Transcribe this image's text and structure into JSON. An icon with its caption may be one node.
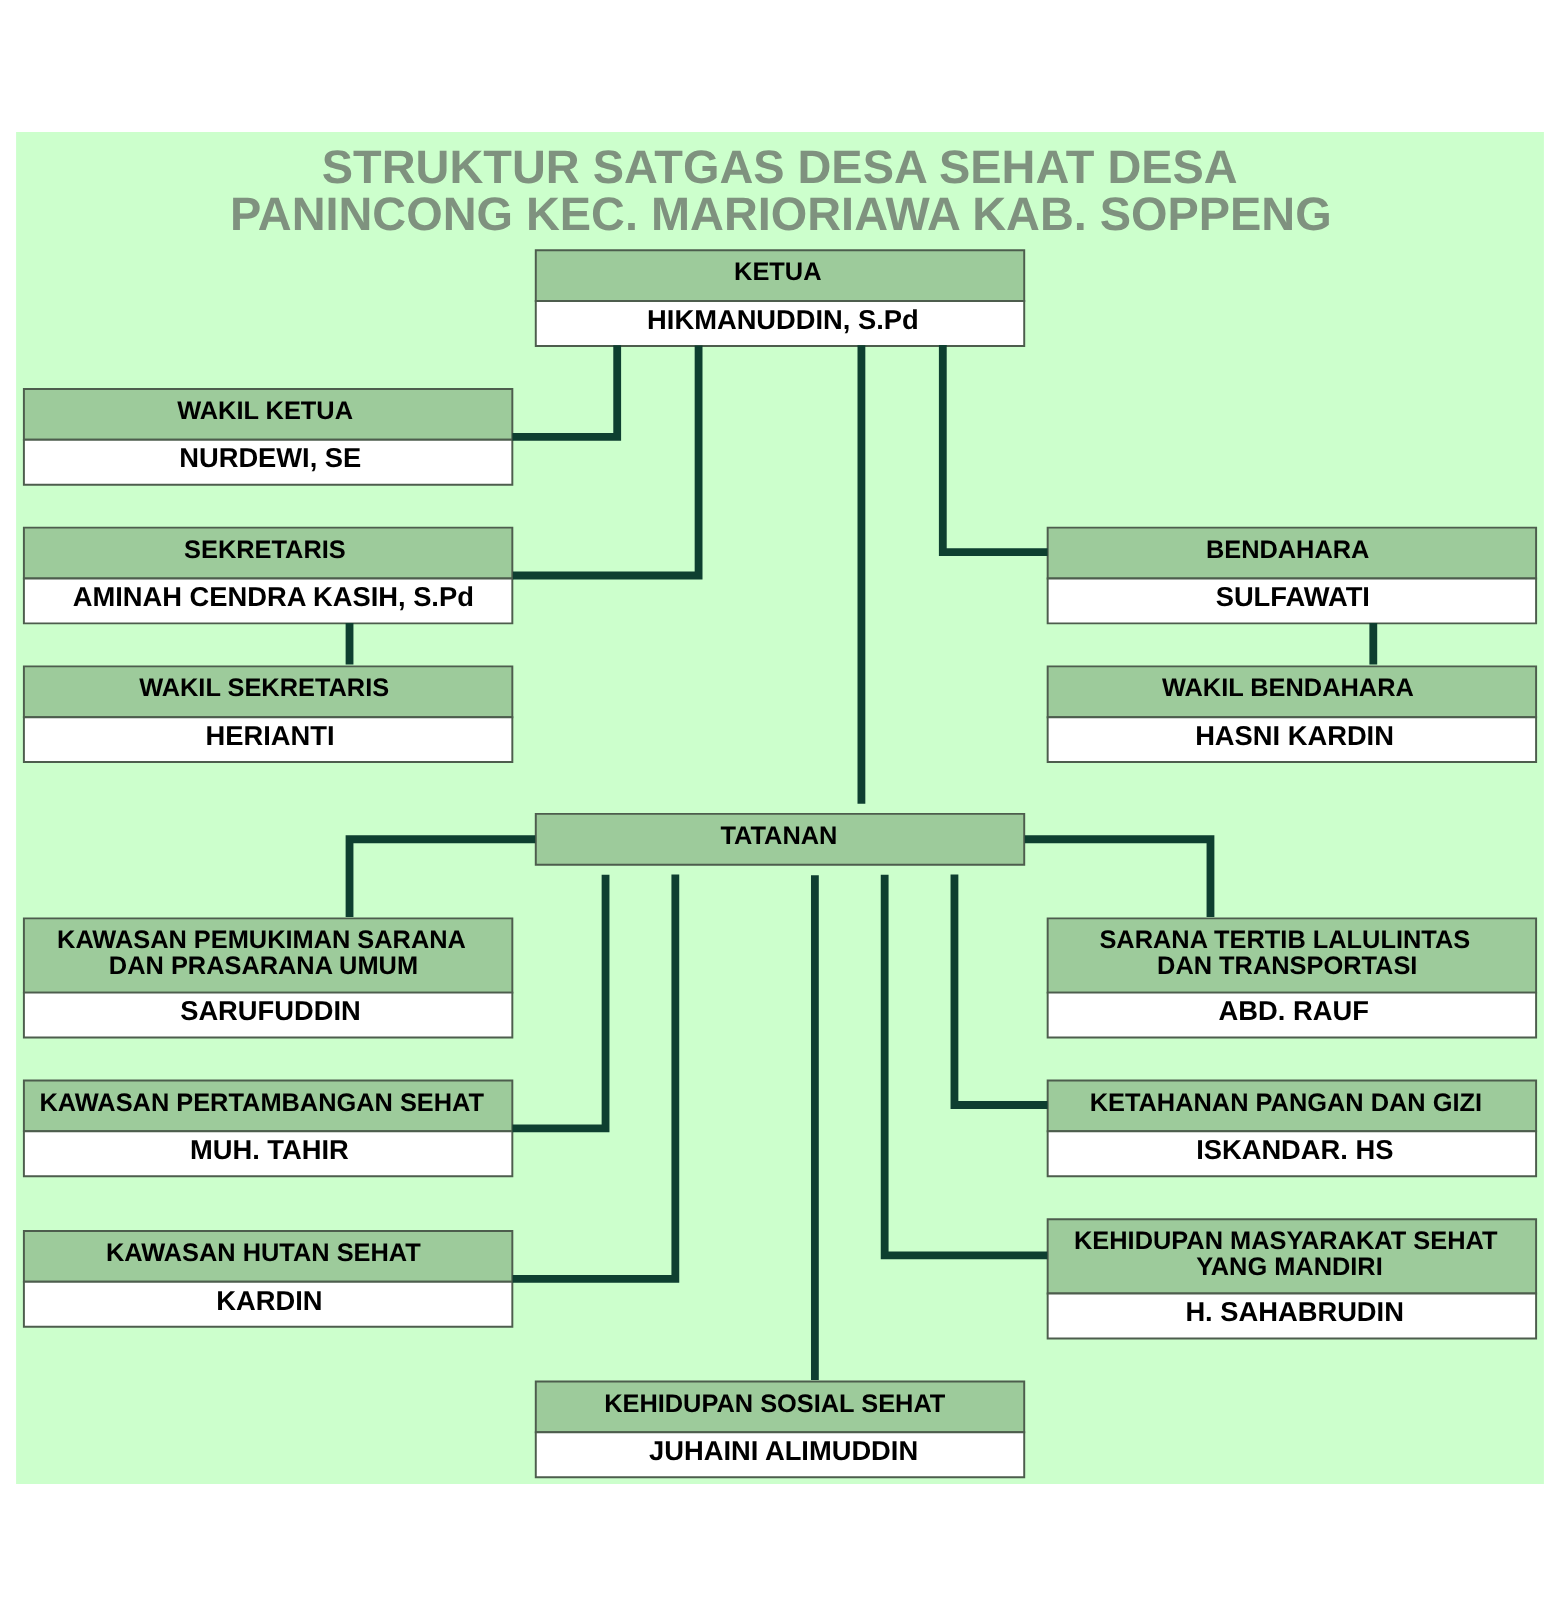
{
  "diagram": {
    "title": "STRUKTUR SATGAS DESA SEHAT DESA PANINCONG KEC. MARIORIAWA KAB. SOPPENG",
    "nodes": [
      {
        "text": [
          "KETUA",
          "HIKMANUDDIN, S.Pd"
        ]
      },
      {
        "text": [
          "WAKIL KETUA",
          "NURDEWI, SE"
        ]
      },
      {
        "text": [
          "SEKRETARIS",
          "AMINAH CENDRA KASIH, S.Pd"
        ]
      },
      {
        "text": [
          "BENDAHARA",
          "SULFAWATI"
        ]
      },
      {
        "text": [
          "WAKIL SEKRETARIS",
          "HERIANTI"
        ]
      },
      {
        "text": [
          "WAKIL BENDAHARA",
          "HASNI KARDIN"
        ]
      },
      {
        "text": [
          "TATANAN"
        ]
      },
      {
        "text": [
          "KAWASAN PEMUKIMAN SARANA DAN PRASARANA UMUM",
          "SARUFUDDIN"
        ]
      },
      {
        "text": [
          "SARANA TERTIB LALULINTAS DAN TRANSPORTASI",
          "ABD. RAUF"
        ]
      },
      {
        "text": [
          "KAWASAN PERTAMBANGAN SEHAT",
          "MUH. TAHIR"
        ]
      },
      {
        "text": [
          "KETAHANAN PANGAN DAN GIZI",
          "ISKANDAR. HS"
        ]
      },
      {
        "text": [
          "KAWASAN HUTAN SEHAT",
          "KARDIN"
        ]
      },
      {
        "text": [
          "KEHIDUPAN MASYARAKAT SEHAT YANG MANDIRI",
          "H. SAHABRUDIN"
        ]
      },
      {
        "text": [
          "KEHIDUPAN SOSIAL SEHAT",
          "JUHAINI ALIMUDDIN"
        ]
      }
    ],
    "edges": [
      {
        "from": 0,
        "to": 1,
        "arrow": "none"
      },
      {
        "from": 0,
        "to": 2,
        "arrow": "none"
      },
      {
        "from": 0,
        "to": 3,
        "arrow": "none"
      },
      {
        "from": 2,
        "to": 4,
        "arrow": "none"
      },
      {
        "from": 3,
        "to": 5,
        "arrow": "none"
      },
      {
        "from": 0,
        "to": 6,
        "arrow": "none"
      },
      {
        "from": 6,
        "to": 7,
        "arrow": "none"
      },
      {
        "from": 6,
        "to": 8,
        "arrow": "none"
      },
      {
        "from": 6,
        "to": 9,
        "arrow": "none"
      },
      {
        "from": 6,
        "to": 10,
        "arrow": "none"
      },
      {
        "from": 6,
        "to": 11,
        "arrow": "none"
      },
      {
        "from": 6,
        "to": 12,
        "arrow": "none"
      },
      {
        "from": 6,
        "to": 13,
        "arrow": "none"
      }
    ]
  }
}
